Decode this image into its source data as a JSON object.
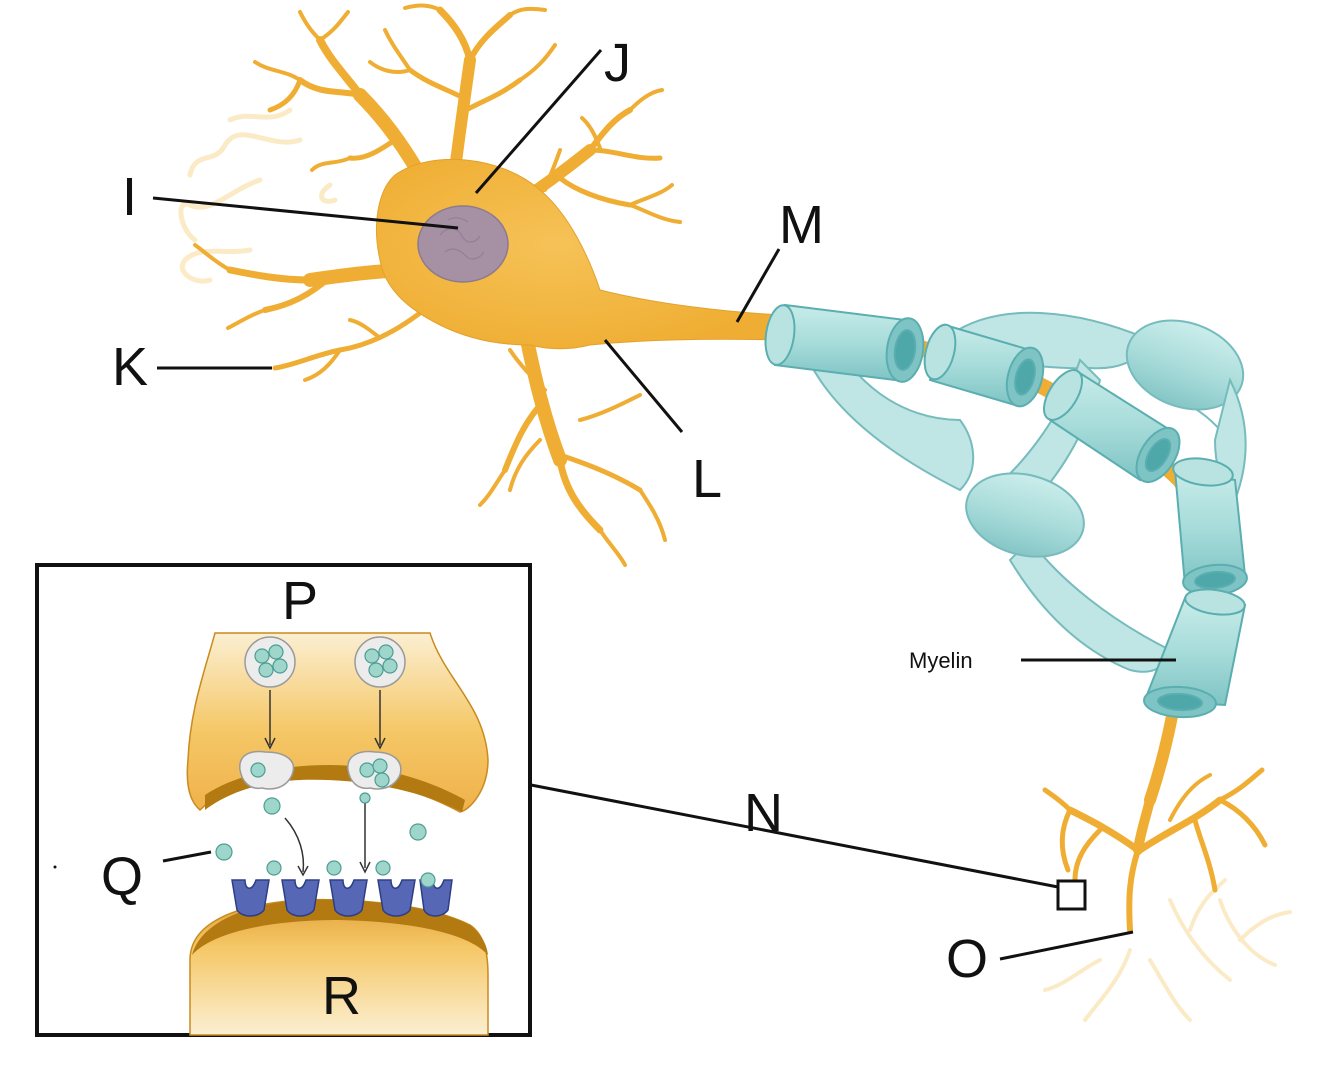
{
  "labels": {
    "I": "I",
    "J": "J",
    "K": "K",
    "L": "L",
    "M": "M",
    "N": "N",
    "O": "O",
    "P": "P",
    "Q": "Q",
    "R": "R",
    "myelin": "Myelin"
  },
  "colors": {
    "neuron": "#F2B43C",
    "neuron_dark": "#D89A22",
    "neuron_light": "#FCE6B4",
    "nucleus": "#A48FA0",
    "myelin": "#A9DEDC",
    "myelin_dark": "#5BAEB0",
    "receptor": "#5567B5",
    "vesicle": "#ECECEC",
    "neurotransmitter": "#9ED6CC",
    "line": "#111111"
  }
}
